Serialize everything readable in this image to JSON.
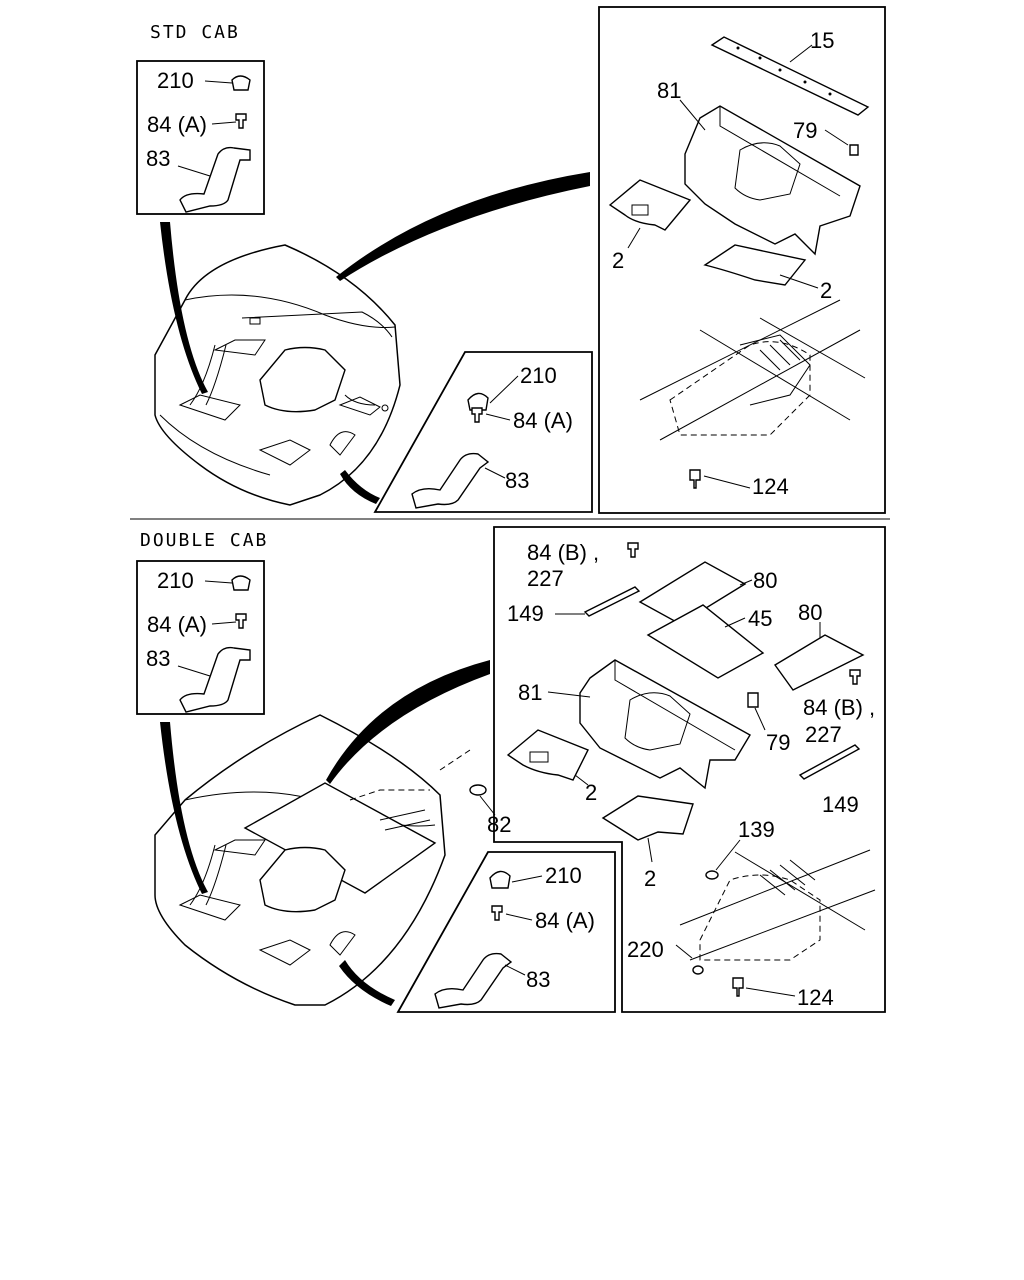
{
  "sections": {
    "std_cab": "STD CAB",
    "double_cab": "DOUBLE CAB"
  },
  "labels": {
    "l210": "210",
    "l84a": "84 (A)",
    "l83": "83",
    "l15": "15",
    "l81": "81",
    "l79": "79",
    "l2": "2",
    "l124": "124",
    "l84b227": "84 (B) ,",
    "l227": "227",
    "l80": "80",
    "l149": "149",
    "l45": "45",
    "l84b": "84 (B) ,",
    "l82": "82",
    "l139": "139",
    "l220": "220"
  },
  "colors": {
    "ink": "#000000",
    "paper": "#ffffff"
  }
}
